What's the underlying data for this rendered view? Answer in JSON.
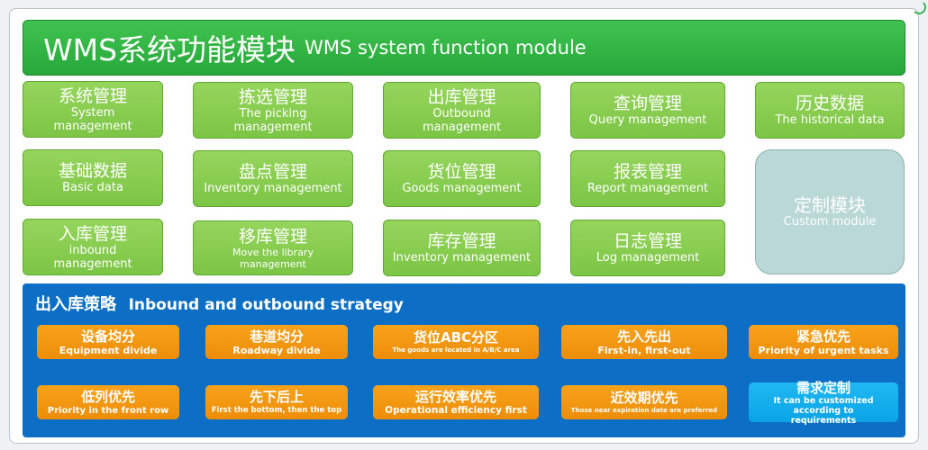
{
  "header": {
    "title_cn": "WMS系统功能模块",
    "title_en": "WMS system function module"
  },
  "modules": [
    {
      "cn": "系统管理",
      "en": "System management"
    },
    {
      "cn": "拣选管理",
      "en": "The picking management"
    },
    {
      "cn": "出库管理",
      "en": "Outbound management"
    },
    {
      "cn": "查询管理",
      "en": "Query management"
    },
    {
      "cn": "历史数据",
      "en": "The historical data"
    },
    {
      "cn": "基础数据",
      "en": "Basic data"
    },
    {
      "cn": "盘点管理",
      "en": "Inventory management"
    },
    {
      "cn": "货位管理",
      "en": "Goods management"
    },
    {
      "cn": "报表管理",
      "en": "Report management"
    },
    {
      "cn": "定制模块",
      "en": "Custom module"
    },
    {
      "cn": "入库管理",
      "en": "inbound management"
    },
    {
      "cn": "移库管理",
      "en": "Move the library management"
    },
    {
      "cn": "库存管理",
      "en": "Inventory management"
    },
    {
      "cn": "日志管理",
      "en": "Log management"
    }
  ],
  "strategy": {
    "title_cn": "出入库策略",
    "title_en": "Inbound and outbound strategy",
    "items": [
      {
        "cn": "设备均分",
        "en": "Equipment divide"
      },
      {
        "cn": "巷道均分",
        "en": "Roadway divide"
      },
      {
        "cn": "货位ABC分区",
        "en": "The goods are located in A/B/C area"
      },
      {
        "cn": "先入先出",
        "en": "First-in, first-out"
      },
      {
        "cn": "紧急优先",
        "en": "Priority of urgent tasks"
      },
      {
        "cn": "低列优先",
        "en": "Priority in the front row"
      },
      {
        "cn": "先下后上",
        "en": "First the bottom, then the top"
      },
      {
        "cn": "运行效率优先",
        "en": "Operational efficiency first"
      },
      {
        "cn": "近效期优先",
        "en": "Those near expiration date are preferred"
      },
      {
        "cn": "需求定制",
        "en": "It can be customized according to requirements"
      }
    ]
  },
  "colors": {
    "header_green": "#2fb545",
    "module_green": "#86cc4e",
    "custom_module": "#b9d8d6",
    "strategy_blue": "#0c6fc5",
    "strategy_orange": "#f39a12",
    "custom_strategy": "#15aeec"
  }
}
